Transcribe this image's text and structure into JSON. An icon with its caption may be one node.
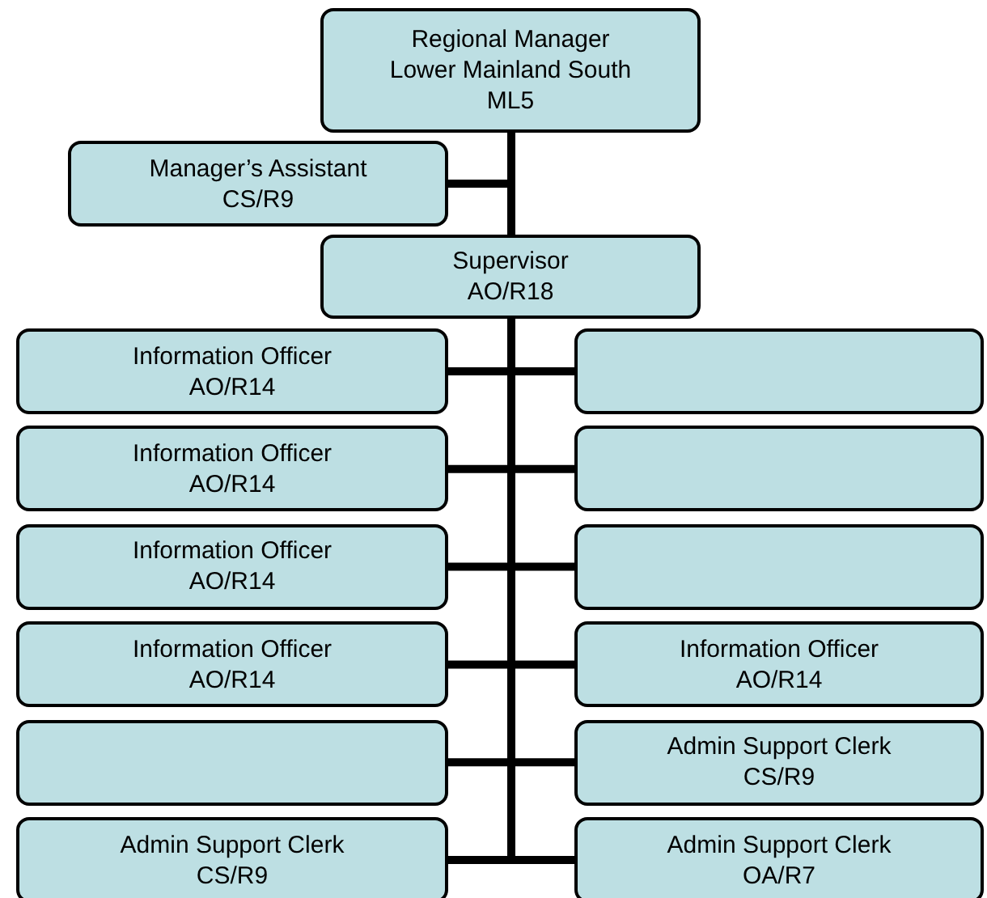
{
  "diagram": {
    "nodes": [
      {
        "text": [
          "Regional Manager",
          "Lower Mainland South",
          "ML5"
        ]
      },
      {
        "text": [
          "Manager’s Assistant",
          "CS/R9"
        ]
      },
      {
        "text": [
          "Supervisor",
          "AO/R18"
        ]
      },
      {
        "text": [
          "Information Officer",
          "AO/R14"
        ]
      },
      {
        "text": [],
        "shape": "box"
      },
      {
        "text": [
          "Information Officer",
          "AO/R14"
        ]
      },
      {
        "text": [],
        "shape": "box"
      },
      {
        "text": [
          "Information Officer",
          "AO/R14"
        ]
      },
      {
        "text": [],
        "shape": "box"
      },
      {
        "text": [
          "Information Officer",
          "AO/R14"
        ]
      },
      {
        "text": [
          "Information Officer",
          "AO/R14"
        ]
      },
      {
        "text": [],
        "shape": "box"
      },
      {
        "text": [
          "Admin Support Clerk",
          "CS/R9"
        ]
      },
      {
        "text": [
          "Admin Support Clerk",
          "CS/R9"
        ]
      },
      {
        "text": [
          "Admin Support Clerk",
          "OA/R7"
        ]
      }
    ],
    "edges": [
      {
        "from": 0,
        "to": 1,
        "arrow": "none"
      },
      {
        "from": 0,
        "to": 2,
        "arrow": "none"
      },
      {
        "from": 2,
        "to": 3,
        "arrow": "none"
      },
      {
        "from": 2,
        "to": 4,
        "arrow": "none"
      },
      {
        "from": 2,
        "to": 5,
        "arrow": "none"
      },
      {
        "from": 2,
        "to": 6,
        "arrow": "none"
      },
      {
        "from": 2,
        "to": 7,
        "arrow": "none"
      },
      {
        "from": 2,
        "to": 8,
        "arrow": "none"
      },
      {
        "from": 2,
        "to": 9,
        "arrow": "none"
      },
      {
        "from": 2,
        "to": 10,
        "arrow": "none"
      },
      {
        "from": 2,
        "to": 11,
        "arrow": "none"
      },
      {
        "from": 2,
        "to": 12,
        "arrow": "none"
      },
      {
        "from": 2,
        "to": 13,
        "arrow": "none"
      },
      {
        "from": 2,
        "to": 14,
        "arrow": "none"
      }
    ]
  }
}
